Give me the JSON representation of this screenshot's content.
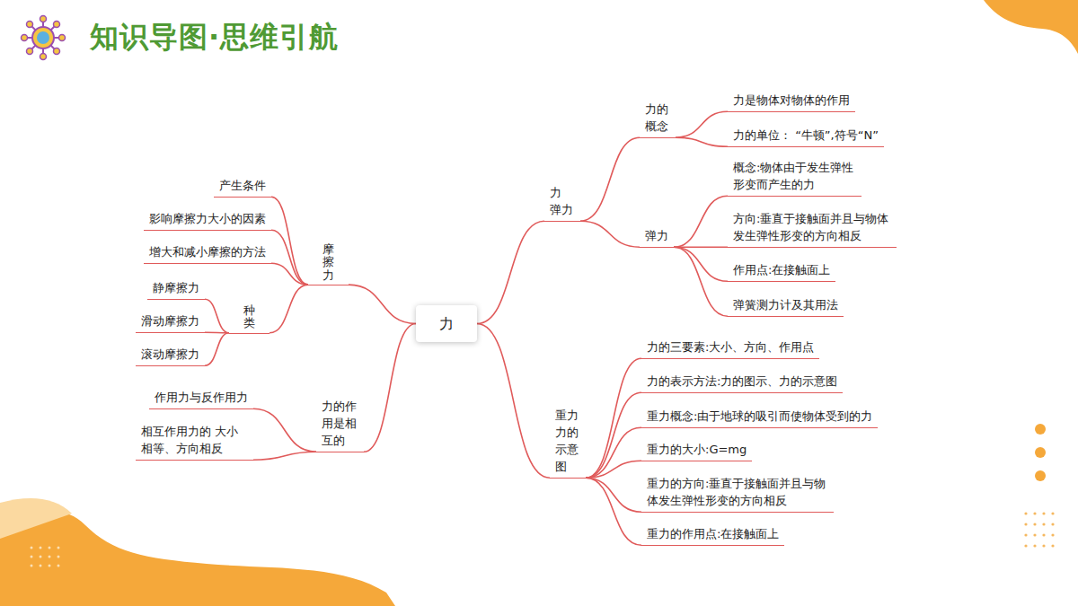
{
  "diagram": {
    "title": "知识导图·思维引航",
    "nodes": [
      {
        "text": [
          "力"
        ]
      },
      {
        "text": [
          "力 弹力"
        ]
      },
      {
        "text": [
          "力的 概念"
        ]
      },
      {
        "text": [
          "力是物体对物体的作用"
        ]
      },
      {
        "text": [
          "力的单位： “牛顿”,符号“N”"
        ]
      },
      {
        "text": [
          "弹力"
        ]
      },
      {
        "text": [
          "概念:物体由于发生弹性 形变而产生的力"
        ]
      },
      {
        "text": [
          "方向:垂直于接触面并且与物体 发生弹性形变的方向相反"
        ]
      },
      {
        "text": [
          "作用点:在接触面上"
        ]
      },
      {
        "text": [
          "弹簧测力计及其用法"
        ]
      },
      {
        "text": [
          "重力 力的 示意 图"
        ]
      },
      {
        "text": [
          "力的三要素:大小、方向、作用点"
        ]
      },
      {
        "text": [
          "力的表示方法:力的图示、力的示意图"
        ]
      },
      {
        "text": [
          "重力概念:由于地球的吸引而使物体受到的力"
        ]
      },
      {
        "text": [
          "重力的大小:G=mg"
        ]
      },
      {
        "text": [
          "重力的方向:垂直于接触面并且与物 体发生弹性形变的方向相反"
        ]
      },
      {
        "text": [
          "重力的作用点:在接触面上"
        ]
      },
      {
        "text": [
          "摩擦力"
        ]
      },
      {
        "text": [
          "产生条件"
        ]
      },
      {
        "text": [
          "影响摩擦力大小的因素"
        ]
      },
      {
        "text": [
          "增大和减小摩擦的方法"
        ]
      },
      {
        "text": [
          "种类"
        ]
      },
      {
        "text": [
          "静摩擦力"
        ]
      },
      {
        "text": [
          "滑动摩擦力"
        ]
      },
      {
        "text": [
          "滚动摩擦力"
        ]
      },
      {
        "text": [
          "力的作 用是相 互的"
        ]
      },
      {
        "text": [
          "作用力与反作用力"
        ]
      },
      {
        "text": [
          "相互作用力的 大小相等、方向相反"
        ]
      }
    ],
    "edges": [
      {
        "from": 0,
        "to": 1,
        "arrow": "none"
      },
      {
        "from": 1,
        "to": 2,
        "arrow": "none"
      },
      {
        "from": 2,
        "to": 3,
        "arrow": "none"
      },
      {
        "from": 2,
        "to": 4,
        "arrow": "none"
      },
      {
        "from": 1,
        "to": 5,
        "arrow": "none"
      },
      {
        "from": 5,
        "to": 6,
        "arrow": "none"
      },
      {
        "from": 5,
        "to": 7,
        "arrow": "none"
      },
      {
        "from": 5,
        "to": 8,
        "arrow": "none"
      },
      {
        "from": 5,
        "to": 9,
        "arrow": "none"
      },
      {
        "from": 0,
        "to": 10,
        "arrow": "none"
      },
      {
        "from": 10,
        "to": 11,
        "arrow": "none"
      },
      {
        "from": 10,
        "to": 12,
        "arrow": "none"
      },
      {
        "from": 10,
        "to": 13,
        "arrow": "none"
      },
      {
        "from": 10,
        "to": 14,
        "arrow": "none"
      },
      {
        "from": 10,
        "to": 15,
        "arrow": "none"
      },
      {
        "from": 10,
        "to": 16,
        "arrow": "none"
      },
      {
        "from": 0,
        "to": 17,
        "arrow": "none"
      },
      {
        "from": 17,
        "to": 18,
        "arrow": "none"
      },
      {
        "from": 17,
        "to": 19,
        "arrow": "none"
      },
      {
        "from": 17,
        "to": 20,
        "arrow": "none"
      },
      {
        "from": 17,
        "to": 21,
        "arrow": "none"
      },
      {
        "from": 21,
        "to": 22,
        "arrow": "none"
      },
      {
        "from": 21,
        "to": 23,
        "arrow": "none"
      },
      {
        "from": 21,
        "to": 24,
        "arrow": "none"
      },
      {
        "from": 0,
        "to": 25,
        "arrow": "none"
      },
      {
        "from": 25,
        "to": 26,
        "arrow": "none"
      },
      {
        "from": 25,
        "to": 27,
        "arrow": "none"
      }
    ]
  }
}
